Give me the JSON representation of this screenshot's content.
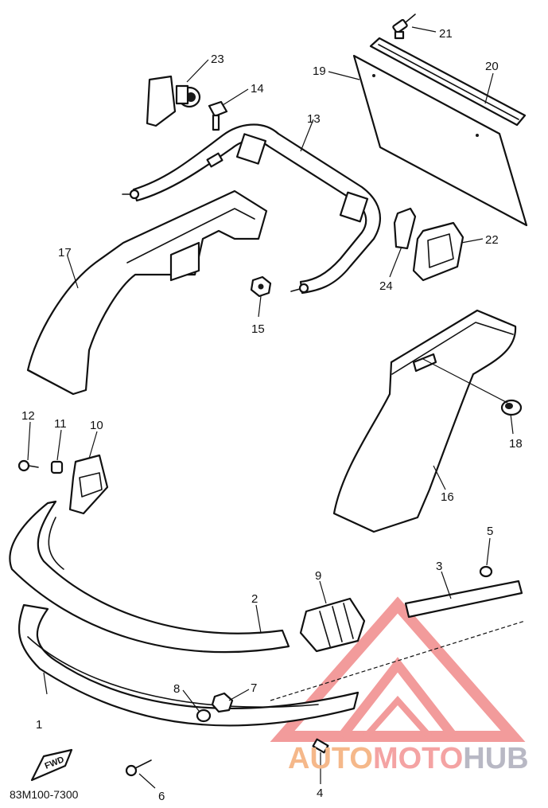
{
  "callouts": [
    "1",
    "2",
    "3",
    "4",
    "5",
    "6",
    "7",
    "8",
    "9",
    "10",
    "11",
    "12",
    "13",
    "14",
    "15",
    "16",
    "17",
    "18",
    "19",
    "20",
    "21",
    "22",
    "23",
    "24"
  ],
  "drawing_code": "83M100-7300",
  "fwd_label": "FWD",
  "watermark": {
    "part1": "AUTO",
    "part2": "MOTO",
    "part3": "HUB"
  },
  "colors": {
    "line": "#111111",
    "watermark_red": "#f08a8a",
    "watermark_orange": "#f5b88a",
    "watermark_grey": "#b8b8c4"
  }
}
